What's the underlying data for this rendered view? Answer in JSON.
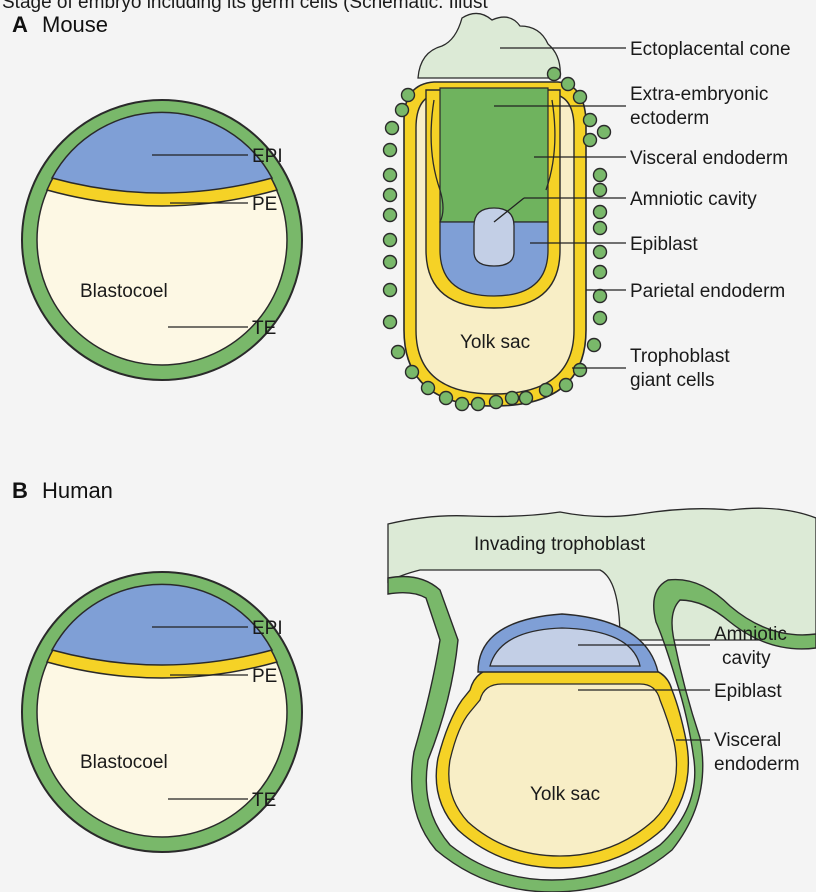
{
  "caption_fragment": "Stage of embryo including its germ cells (Schematic. Illust",
  "panels": {
    "a": {
      "letter": "A",
      "title": "Mouse",
      "blastocyst": {
        "epi": "EPI",
        "pe": "PE",
        "blastocoel": "Blastocoel",
        "te": "TE"
      },
      "embryo": {
        "ectoplacental_cone": "Ectoplacental cone",
        "extra_embryonic_1": "Extra-embryonic",
        "extra_embryonic_2": "ectoderm",
        "visceral_endoderm": "Visceral endoderm",
        "amniotic_cavity": "Amniotic cavity",
        "epiblast": "Epiblast",
        "parietal_endoderm": "Parietal endoderm",
        "yolk_sac": "Yolk sac",
        "trophoblast_1": "Trophoblast",
        "trophoblast_2": "giant cells"
      }
    },
    "b": {
      "letter": "B",
      "title": "Human",
      "blastocyst": {
        "epi": "EPI",
        "pe": "PE",
        "blastocoel": "Blastocoel",
        "te": "TE"
      },
      "embryo": {
        "invading_trophoblast": "Invading trophoblast",
        "amniotic_1": "Amniotic",
        "amniotic_2": "cavity",
        "epiblast": "Epiblast",
        "visceral_1": "Visceral",
        "visceral_2": "endoderm",
        "yolk_sac": "Yolk sac"
      }
    }
  },
  "colors": {
    "trophectoderm_green": "#79b86a",
    "extraembryonic_green": "#6fb35e",
    "light_green": "#dcead6",
    "epiblast_blue": "#7f9fd6",
    "amniotic_blue": "#c3cfe6",
    "endoderm_yellow": "#f5d226",
    "yolk_cream": "#f8eec6",
    "blastocoel_cream": "#fdf8e4",
    "outline": "#2a2a2a"
  }
}
